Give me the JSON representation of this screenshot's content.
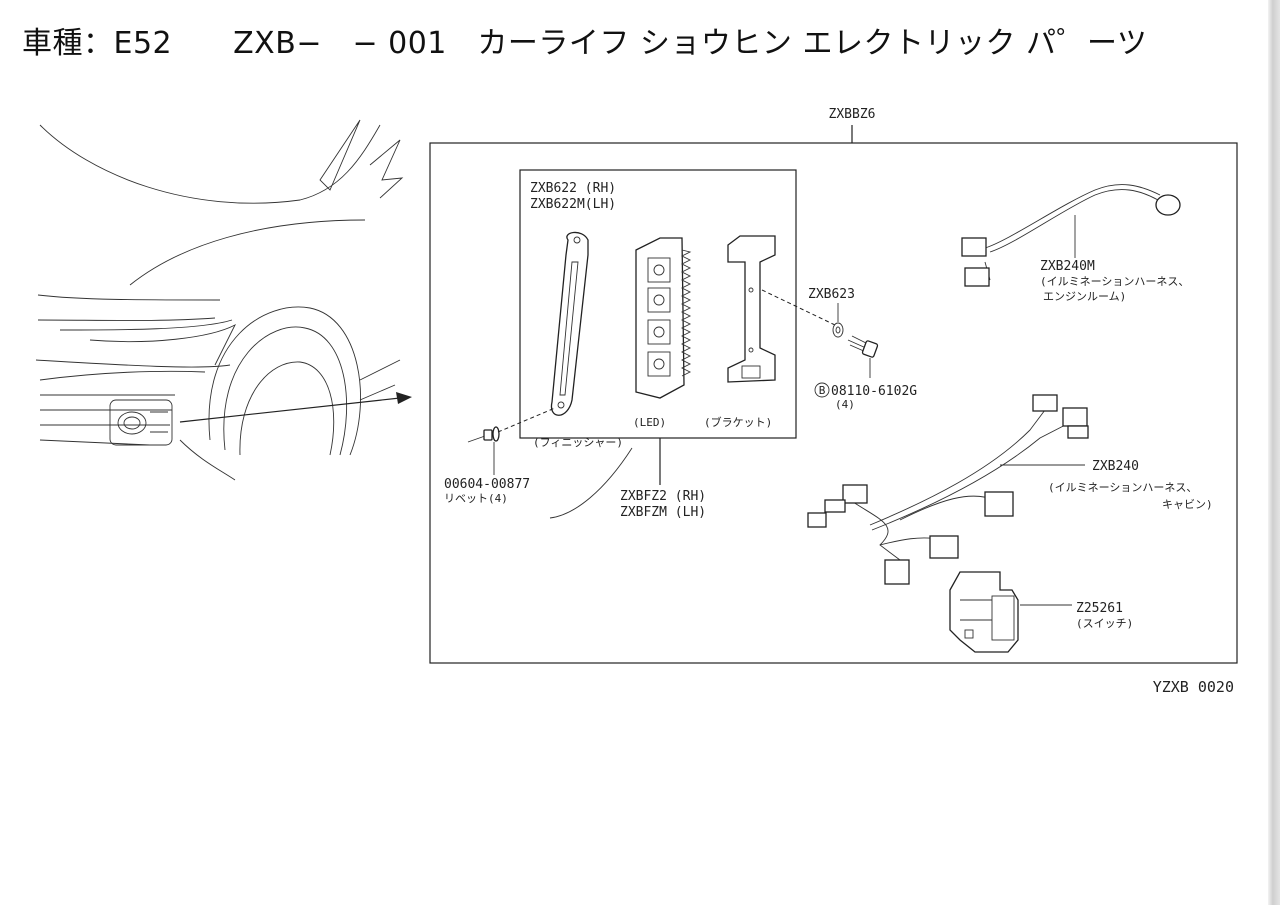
{
  "header": {
    "title": "車種：E52　　ZXB−　− 001　カーライフ ショウヒン エレクトリック パ゜ーツ"
  },
  "diagram": {
    "kit_code": "ZXBBZ6",
    "figure_id": "YZXB 0020",
    "parts": {
      "finisher_code_rh": "ZXB622 (RH)",
      "finisher_code_lh": "ZXB622M(LH)",
      "finisher_name": "(フィニッシャー)",
      "led_name": "(LED)",
      "bracket_name": "(ブラケット)",
      "lamp_code_rh": "ZXBFZ2 (RH)",
      "lamp_code_lh": "ZXBFZM (LH)",
      "rivet_code": "00604-00877",
      "rivet_name": "リベット(4)",
      "washer_code": "ZXB623",
      "bolt_code": "08110-6102G",
      "bolt_qty": "(4)",
      "bolt_symbol": "B",
      "harness_engine_code": "ZXB240M",
      "harness_engine_name_1": "(イルミネーションハーネス、",
      "harness_engine_name_2": "エンジンルーム)",
      "harness_cabin_code": "ZXB240",
      "harness_cabin_name_1": "(イルミネーションハーネス、",
      "harness_cabin_name_2": "キャビン)",
      "switch_code": "Z25261",
      "switch_name": "(スイッチ)"
    }
  }
}
